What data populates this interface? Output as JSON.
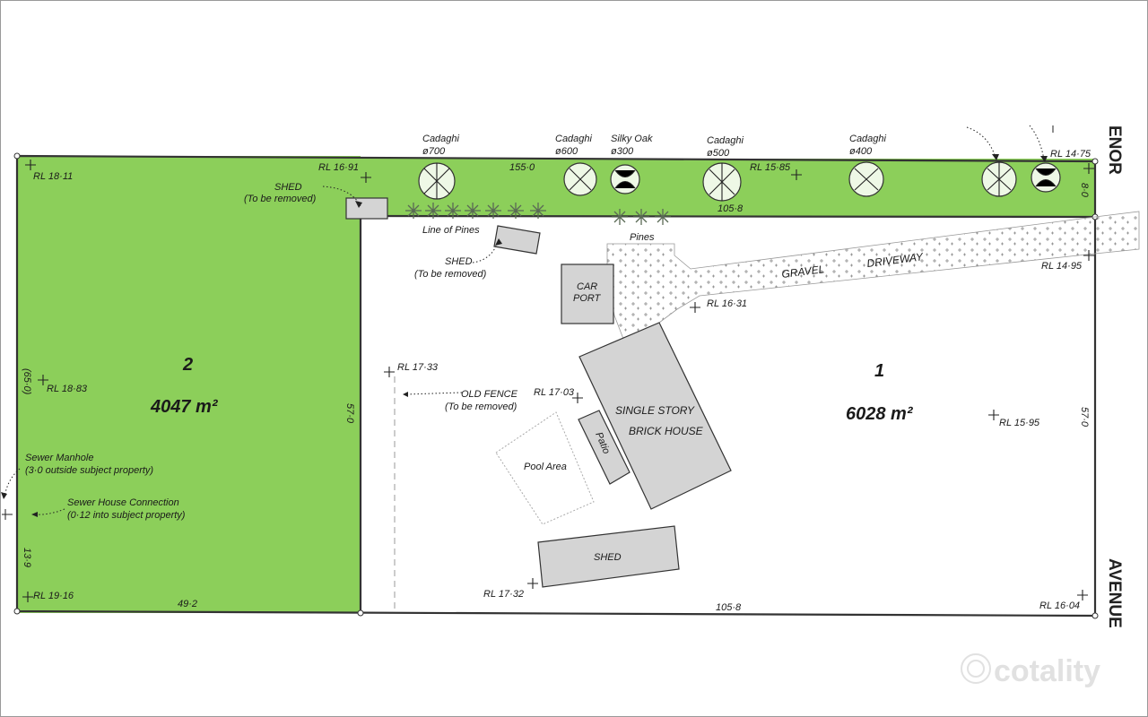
{
  "colors": {
    "lot2_fill": "#8ccf5a",
    "strip_fill": "#8ccf5a",
    "building_fill": "#d4d4d4",
    "line": "#333333"
  },
  "streets": {
    "north": "ENOR",
    "east": "AVENUE"
  },
  "lots": [
    {
      "number": "2",
      "area": "4047 m²"
    },
    {
      "number": "1",
      "area": "6028 m²"
    }
  ],
  "dimensions": {
    "top_strip": "155·0",
    "inner_top": "105·8",
    "bottom_lot1": "105·8",
    "bottom_lot2": "49·2",
    "west_lot2_upper": "(65·0)",
    "west_lot2_lower": "13·9",
    "lot2_east": "57·0",
    "lot1_east": "57·0",
    "strip_east": "8·0"
  },
  "levels": {
    "rl_18_11": "RL 18·11",
    "rl_16_91": "RL 16·91",
    "rl_15_85": "RL 15·85",
    "rl_14_75": "RL 14·75",
    "rl_14_95": "RL 14·95",
    "rl_16_31": "RL 16·31",
    "rl_17_33": "RL 17·33",
    "rl_17_03": "RL 17·03",
    "rl_15_95": "RL 15·95",
    "rl_18_83": "RL 18·83",
    "rl_19_16": "RL 19·16",
    "rl_17_32": "RL 17·32",
    "rl_16_04": "RL 16·04"
  },
  "trees": [
    {
      "species": "Cadaghi",
      "size": "ø700"
    },
    {
      "species": "Cadaghi",
      "size": "ø600"
    },
    {
      "species": "Silky Oak",
      "size": "ø300"
    },
    {
      "species": "Cadaghi",
      "size": "ø500"
    },
    {
      "species": "Cadaghi",
      "size": "ø400"
    }
  ],
  "structures": {
    "shed_strip": {
      "name": "SHED",
      "note": "(To be removed)"
    },
    "shed_small": {
      "name": "SHED",
      "note": "(To be removed)"
    },
    "carport_line1": "CAR",
    "carport_line2": "PORT",
    "house_line1": "SINGLE STORY",
    "house_line2": "BRICK HOUSE",
    "patio": "Patio",
    "pool": "Pool Area",
    "shed_large": "SHED"
  },
  "features": {
    "line_of_pines": "Line of Pines",
    "pines": "Pines",
    "gravel": "GRAVEL",
    "driveway": "DRIVEWAY",
    "old_fence": "OLD FENCE",
    "old_fence_note": "(To be removed)",
    "sewer_manhole": "Sewer Manhole",
    "sewer_manhole_note": "(3·0 outside subject property)",
    "sewer_house": "Sewer House Connection",
    "sewer_house_note": "(0·12 into subject property)"
  },
  "watermark": "cotality"
}
